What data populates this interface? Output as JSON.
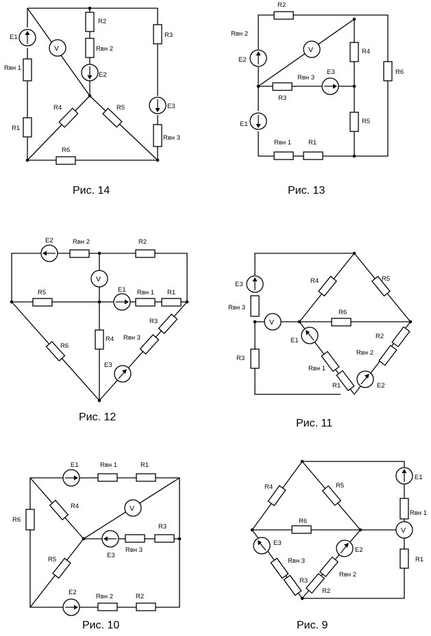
{
  "figures": [
    {
      "id": "fig14",
      "caption": "Рис. 14",
      "labels": {
        "E1": "E1",
        "Rvn1": "Rвн 1",
        "R1": "R1",
        "V": "V",
        "R2": "R2",
        "Rvn2": "Rвн 2",
        "E2": "E2",
        "R3": "R3",
        "E3": "E3",
        "Rvn3": "Rвн 3",
        "R4": "R4",
        "R5": "R5",
        "R6": "R6"
      }
    },
    {
      "id": "fig13",
      "caption": "Рис. 13",
      "labels": {
        "R2": "R2",
        "Rvn2": "Rвн 2",
        "E2": "E2",
        "V": "V",
        "R4": "R4",
        "R6": "R6",
        "Rvn3": "Rвн 3",
        "E3": "E3",
        "R3": "R3",
        "E1": "E1",
        "R5": "R5",
        "Rvn1": "Rвн 1",
        "R1": "R1"
      }
    },
    {
      "id": "fig12",
      "caption": "Рис. 12",
      "labels": {
        "E2": "E2",
        "Rvn2": "Rвн 2",
        "R2": "R2",
        "V": "V",
        "R5": "R5",
        "E1": "E1",
        "Rvn1": "Rвн 1",
        "R1": "R1",
        "R3": "R3",
        "Rvn3": "Rвн 3",
        "R6": "R6",
        "R4": "R4",
        "E3": "E3"
      }
    },
    {
      "id": "fig11",
      "caption": "Рис. 11",
      "labels": {
        "E3": "E3",
        "Rvn3": "Rвн 3",
        "R3": "R3",
        "V": "V",
        "R4": "R4",
        "R5": "R5",
        "R6": "R6",
        "E1": "E1",
        "Rvn1": "Rвн 1",
        "R1": "R1",
        "R2": "R2",
        "Rvn2": "Rвн 2",
        "E2": "E2"
      }
    },
    {
      "id": "fig10",
      "caption": "Рис. 10",
      "labels": {
        "E1": "E1",
        "Rvn1": "Rвн 1",
        "R1": "R1",
        "R4": "R4",
        "V": "V",
        "R6": "R6",
        "E3": "E3",
        "Rvn3": "Rвн 3",
        "R3": "R3",
        "R5": "R5",
        "E2": "E2",
        "Rvn2": "Rвн 2",
        "R2": "R2"
      }
    },
    {
      "id": "fig9",
      "caption": "Рис. 9",
      "labels": {
        "R4": "R4",
        "R5": "R5",
        "E1": "E1",
        "Rvn1": "Rвн 1",
        "R6": "R6",
        "V": "V",
        "E3": "E3",
        "E2": "E2",
        "Rvn3": "Rвн 3",
        "Rvn2": "Rвн 2",
        "R3": "R3",
        "R2": "R2",
        "R1": "R1"
      }
    }
  ]
}
